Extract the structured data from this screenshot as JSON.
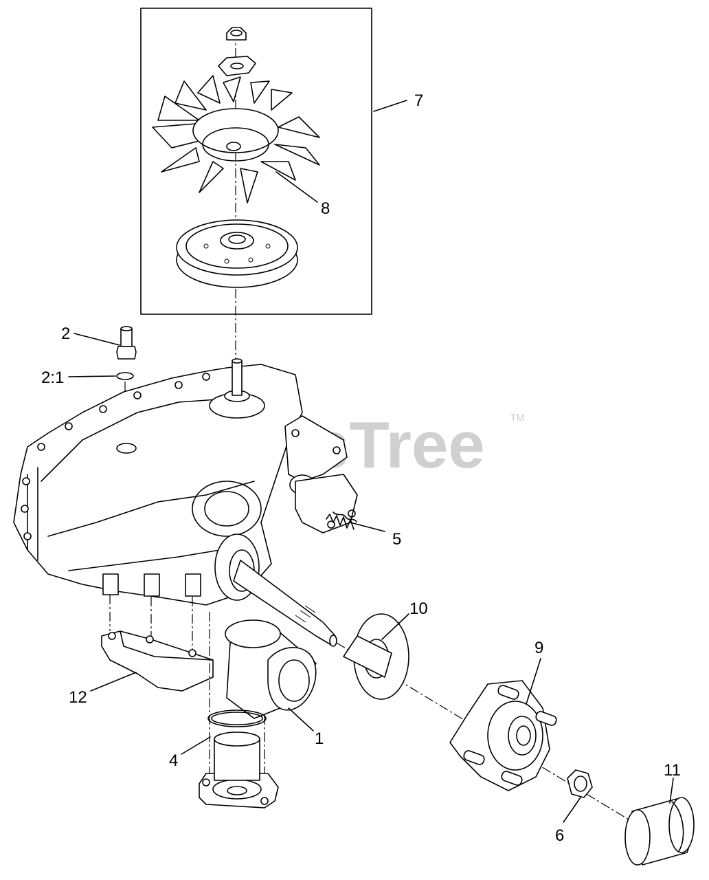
{
  "watermark": {
    "text": "PartsTree",
    "trademark": "TM"
  },
  "callouts": {
    "c1": "1",
    "c2": "2",
    "c2_1": "2:1",
    "c4": "4",
    "c5": "5",
    "c6": "6",
    "c7": "7",
    "c8": "8",
    "c9": "9",
    "c10": "10",
    "c11": "11",
    "c12": "12"
  }
}
